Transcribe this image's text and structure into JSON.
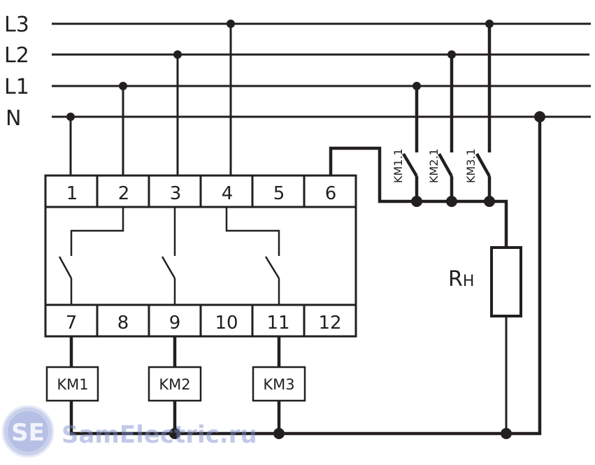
{
  "diagram": {
    "title": "Three-phase voltage monitoring relay wiring diagram",
    "bus_lines": [
      {
        "id": "L3",
        "label": "L3"
      },
      {
        "id": "L2",
        "label": "L2"
      },
      {
        "id": "L1",
        "label": "L1"
      },
      {
        "id": "N",
        "label": "N"
      }
    ],
    "terminals_top": [
      "1",
      "2",
      "3",
      "4",
      "5",
      "6"
    ],
    "terminals_bottom": [
      "7",
      "8",
      "9",
      "10",
      "11",
      "12"
    ],
    "coils": [
      {
        "id": "KM1",
        "label": "KM1"
      },
      {
        "id": "KM2",
        "label": "KM2"
      },
      {
        "id": "KM3",
        "label": "KM3"
      }
    ],
    "contactor_switches": [
      {
        "id": "KM1.1",
        "label": "KM1.1",
        "phase": "L1"
      },
      {
        "id": "KM2.1",
        "label": "KM2.1",
        "phase": "L2"
      },
      {
        "id": "KM3.1",
        "label": "KM3.1",
        "phase": "L3"
      }
    ],
    "load": {
      "label_main": "R",
      "label_sub": "H"
    },
    "colors": {
      "line": "#231f20",
      "watermark": "#7f8fcc"
    }
  },
  "watermark": {
    "logo_text": "SE",
    "site_text": "SamElectric.ru"
  }
}
